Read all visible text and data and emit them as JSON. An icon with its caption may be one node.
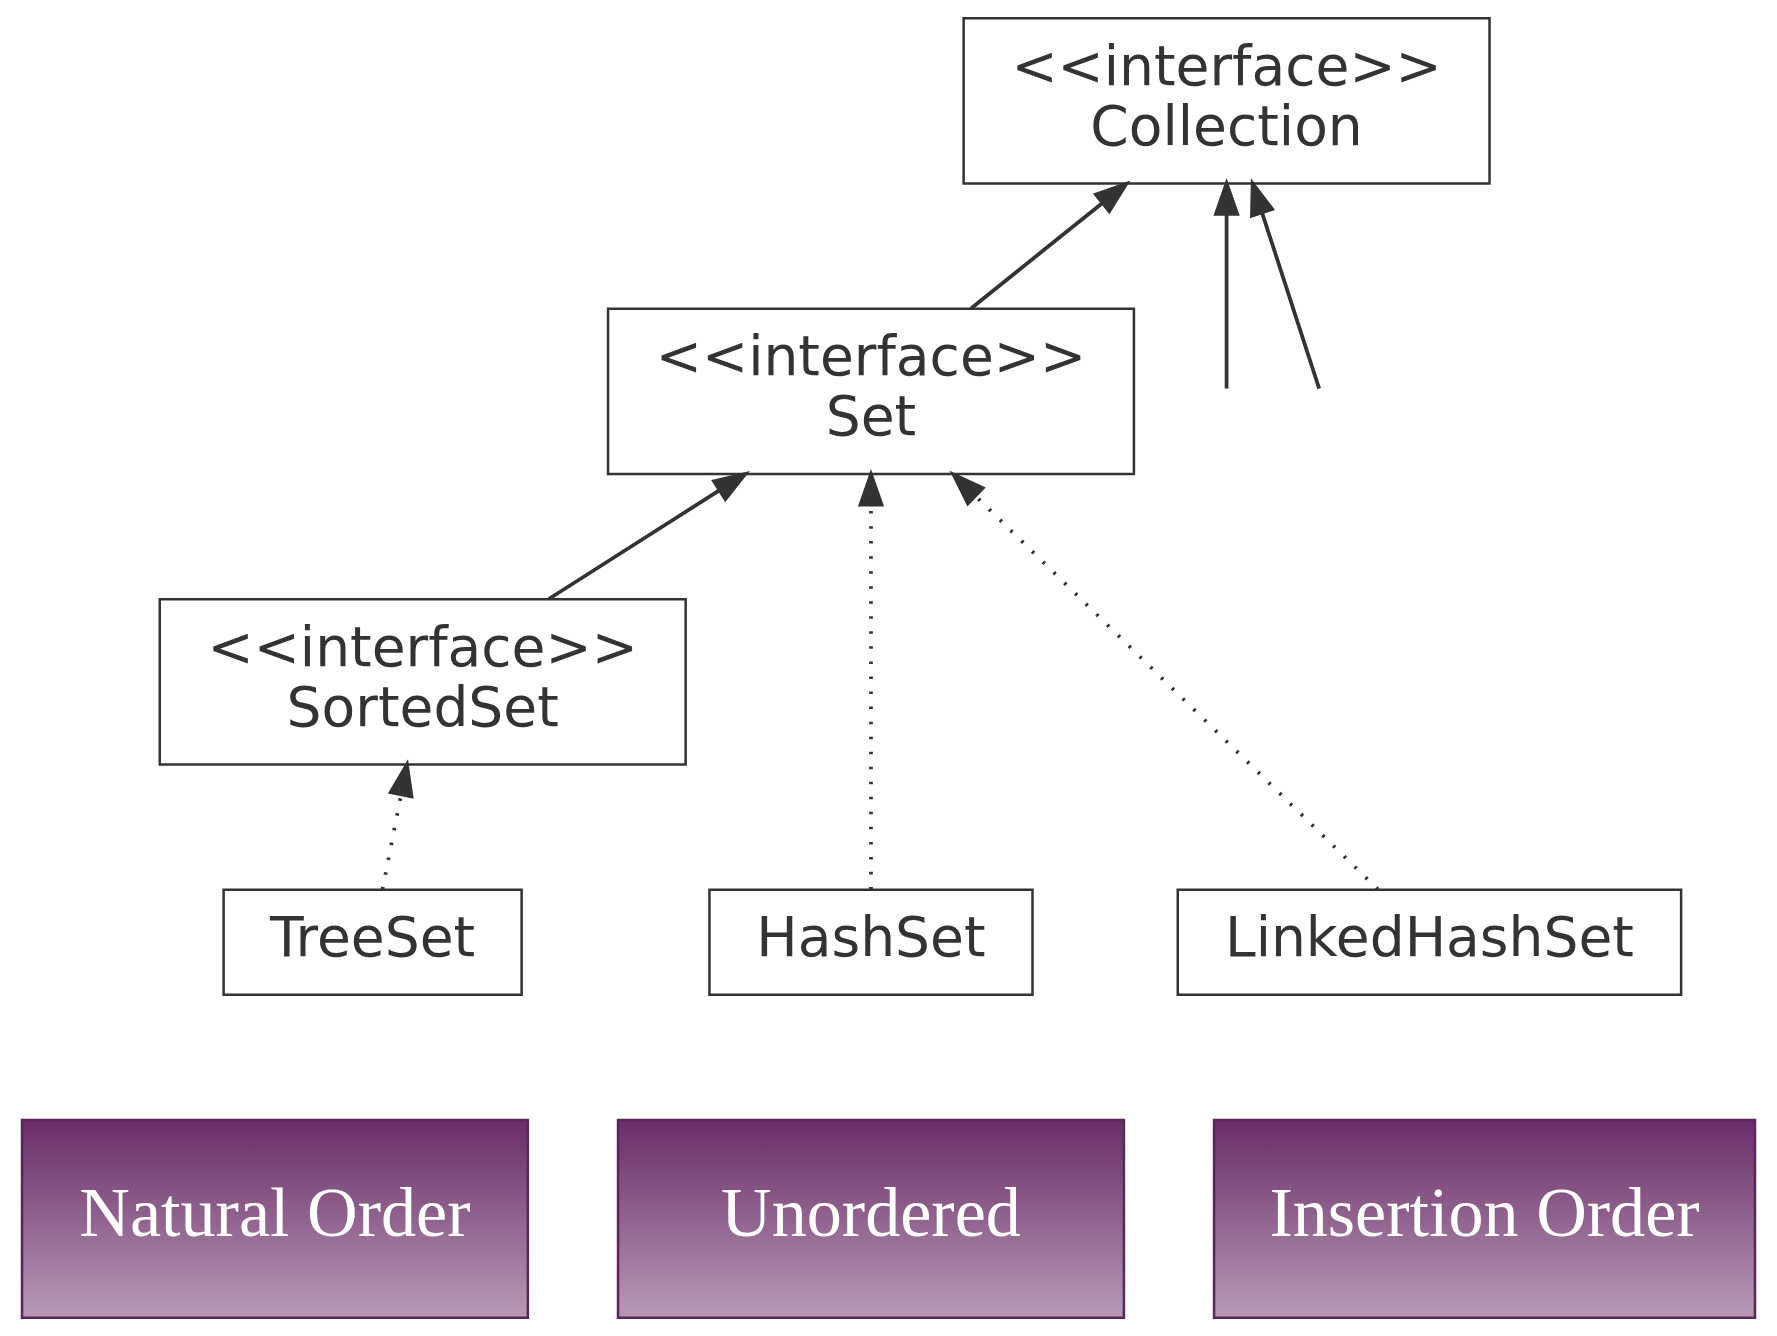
{
  "diagram": {
    "nodes": [
      {
        "text": [
          "<<interface>>",
          "Collection"
        ]
      },
      {
        "text": [
          "<<interface>>",
          "Set"
        ]
      },
      {
        "text": [
          "<<interface>>",
          "SortedSet"
        ]
      },
      {
        "text": [
          "HashSet"
        ]
      },
      {
        "text": [
          "LinkedHashSet"
        ]
      },
      {
        "text": [
          "TreeSet"
        ]
      },
      {
        "text": [
          "Unordered"
        ]
      },
      {
        "text": [
          "Insertion Order"
        ]
      },
      {
        "text": [
          "Natural Order"
        ]
      }
    ],
    "edges": [
      {
        "from": 1,
        "to": 0,
        "arrow": "to"
      },
      {
        "from": null,
        "to": 0,
        "arrow": "to"
      },
      {
        "from": null,
        "to": 0,
        "arrow": "to"
      },
      {
        "from": 3,
        "to": 1,
        "arrow": "to",
        "style": "dashed"
      },
      {
        "from": 4,
        "to": 1,
        "arrow": "to",
        "style": "dashed"
      },
      {
        "from": 2,
        "to": 1,
        "arrow": "to"
      },
      {
        "from": 5,
        "to": 2,
        "arrow": "to",
        "style": "dashed"
      }
    ]
  }
}
